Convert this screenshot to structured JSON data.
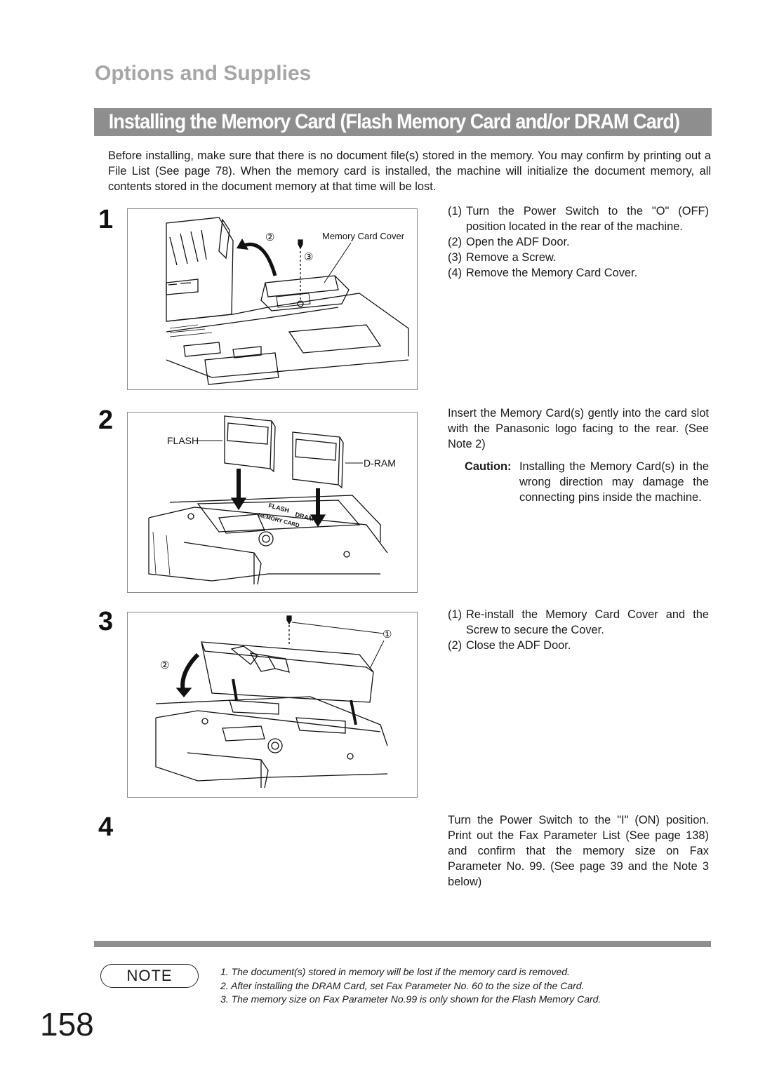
{
  "section_header": "Options and Supplies",
  "title": "Installing the Memory Card (Flash Memory Card and/or DRAM Card)",
  "intro": "Before installing, make sure that there is no document file(s) stored in the memory. You may confirm by printing out a File List  (See page 78). When the memory card is installed, the machine will initialize the document memory, all contents stored in the document memory at that time will be lost.",
  "steps": [
    {
      "number": "1",
      "figure_labels": {
        "callout_2": "②",
        "callout_3": "③",
        "memory_card_cover": "Memory Card Cover"
      },
      "items": [
        {
          "n": "(1)",
          "text": "Turn the Power Switch to the \"O\" (OFF) position located in the rear of the machine."
        },
        {
          "n": "(2)",
          "text": "Open the ADF Door."
        },
        {
          "n": "(3)",
          "text": "Remove a Screw."
        },
        {
          "n": "(4)",
          "text": "Remove the Memory Card Cover."
        }
      ]
    },
    {
      "number": "2",
      "figure_labels": {
        "flash": "FLASH",
        "dram": "D-RAM",
        "slot_flash": "FLASH",
        "slot_dram": "DRAM",
        "slot_memory_card": "MEMORY CARD"
      },
      "text": "Insert the Memory Card(s) gently into the card slot with the Panasonic logo facing to the rear. (See Note 2)",
      "caution_label": "Caution:",
      "caution_text": "Installing the Memory Card(s) in the wrong direction may damage the connecting pins inside the machine."
    },
    {
      "number": "3",
      "figure_labels": {
        "callout_1": "①",
        "callout_2": "②"
      },
      "items": [
        {
          "n": "(1)",
          "text": "Re-install the Memory Card Cover and the Screw to secure the Cover."
        },
        {
          "n": "(2)",
          "text": "Close the ADF Door."
        }
      ]
    },
    {
      "number": "4",
      "text": "Turn the Power Switch to the \"I\" (ON) position. Print out the Fax Parameter List  (See page 138) and confirm that the memory size on Fax Parameter No. 99. (See page 39 and the Note 3 below)"
    }
  ],
  "note_label": "NOTE",
  "notes": [
    "1.  The document(s) stored in memory will be lost if the memory card is removed.",
    "2.  After installing the DRAM Card, set Fax Parameter No. 60 to the size of the Card.",
    "3.  The memory size on Fax Parameter No.99 is only shown for the Flash Memory Card."
  ],
  "page_number": "158"
}
